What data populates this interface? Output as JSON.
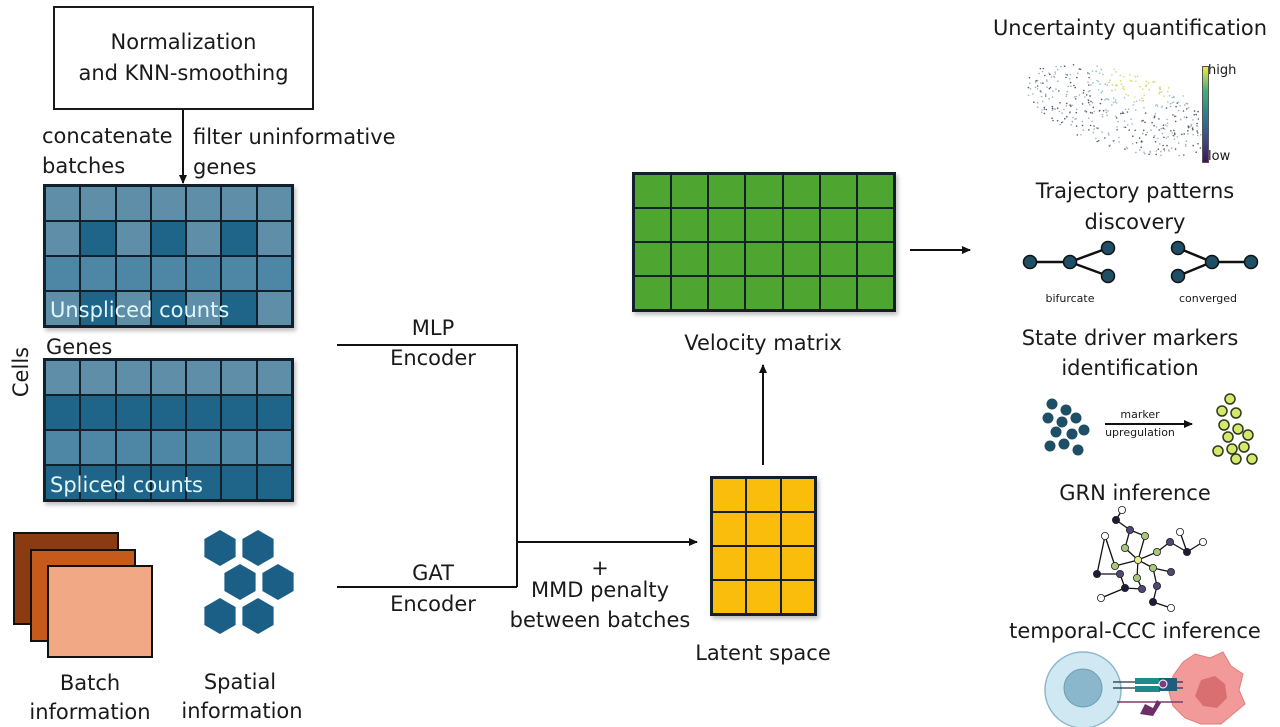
{
  "preprocessing": {
    "box_line1": "Normalization",
    "box_line2": "and KNN-smoothing",
    "left_note_line1": "concatenate",
    "left_note_line2": "batches",
    "right_note_line1": "filter uninformative",
    "right_note_line2": "genes"
  },
  "matrices": {
    "cells_axis": "Cells",
    "genes_axis": "Genes",
    "unspliced": {
      "label": "Unspliced counts",
      "rows": 4,
      "cols": 7,
      "shades": [
        [
          0,
          0,
          0,
          0,
          0,
          0,
          0
        ],
        [
          0,
          2,
          0,
          2,
          0,
          2,
          0
        ],
        [
          1,
          1,
          1,
          1,
          1,
          1,
          1
        ],
        [
          0,
          2,
          0,
          2,
          0,
          2,
          0
        ]
      ]
    },
    "spliced": {
      "label": "Spliced counts",
      "rows": 4,
      "cols": 7,
      "shades": [
        [
          0,
          0,
          0,
          0,
          0,
          0,
          0
        ],
        [
          2,
          2,
          2,
          2,
          2,
          2,
          2
        ],
        [
          1,
          1,
          1,
          1,
          1,
          1,
          1
        ],
        [
          2,
          2,
          2,
          2,
          2,
          2,
          2
        ]
      ]
    },
    "shade_colors": [
      "#5f8ea9",
      "#4e86a6",
      "#1f6589"
    ],
    "velocity": {
      "label": "Velocity matrix",
      "rows": 4,
      "cols": 7,
      "color": "#4ea52f"
    },
    "latent": {
      "label": "Latent space",
      "rows": 4,
      "cols": 3,
      "color": "#fbbd0b"
    }
  },
  "inputs": {
    "batch_label_line1": "Batch",
    "batch_label_line2": "information",
    "spatial_label_line1": "Spatial",
    "spatial_label_line2": "information",
    "batch_colors": [
      "#8a3b12",
      "#c55a1b",
      "#f1a985"
    ],
    "spatial_color": "#1c5f86"
  },
  "encoders": {
    "mlp_line1": "MLP",
    "mlp_line2": "Encoder",
    "gat_line1": "GAT",
    "gat_line2": "Encoder",
    "merge_plus": "+",
    "merge_line1": "MMD penalty",
    "merge_line2": "between batches"
  },
  "applications": [
    {
      "title_line1": "Uncertainty quantification",
      "title_line2": ""
    },
    {
      "title_line1": "Trajectory patterns",
      "title_line2": "discovery"
    },
    {
      "title_line1": "State driver markers",
      "title_line2": "identification"
    },
    {
      "title_line1": "GRN inference",
      "title_line2": ""
    },
    {
      "title_line1": "temporal-CCC inference",
      "title_line2": ""
    }
  ],
  "uncertainty": {
    "colorbar_high": "high",
    "colorbar_low": "low"
  },
  "trajectory": {
    "left_caption": "bifurcate",
    "right_caption": "converged"
  },
  "markers": {
    "arrow_line1": "marker",
    "arrow_line2": "upregulation"
  }
}
